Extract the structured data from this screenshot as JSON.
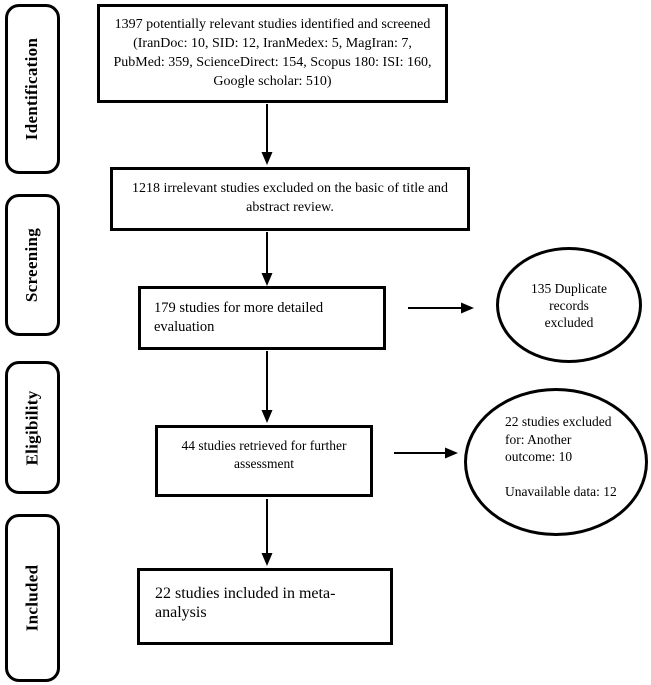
{
  "colors": {
    "ink": "#000000",
    "paper": "#ffffff"
  },
  "sidebar": {
    "items": [
      {
        "label": "Identification"
      },
      {
        "label": "Screening"
      },
      {
        "label": "Eligibility"
      },
      {
        "label": "Included"
      }
    ]
  },
  "boxes": {
    "identified": "1397 potentially relevant studies identified and screened (IranDoc: 10, SID: 12, IranMedex: 5, MagIran: 7, PubMed: 359, ScienceDirect: 154, Scopus 180: ISI: 160, Google scholar: 510)",
    "title_abstract_review": "1218 irrelevant studies excluded on the basic of title and abstract review.",
    "detailed_evaluation": "179 studies for more detailed evaluation",
    "further_assessment": "44 studies retrieved for further assessment",
    "meta_analysis": "22 studies included in meta-analysis"
  },
  "ellipses": {
    "duplicates": {
      "lines": [
        "135 Duplicate",
        "records",
        "excluded"
      ]
    },
    "excluded_reasons": {
      "lines": [
        "22 studies excluded",
        "for: Another",
        "outcome: 10",
        " ",
        "Unavailable data: 12"
      ]
    }
  }
}
